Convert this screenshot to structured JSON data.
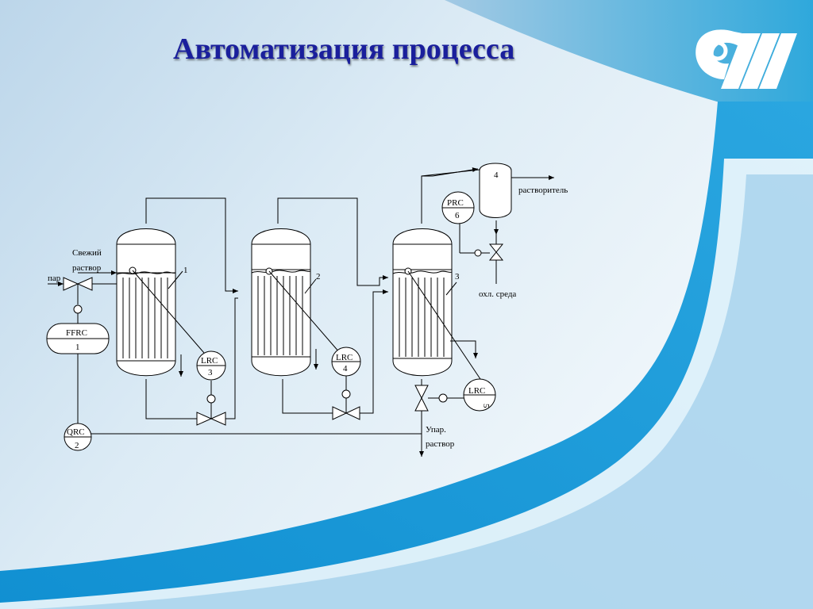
{
  "slide": {
    "title": "Автоматизация процесса",
    "logo": "university-logo"
  },
  "diagram": {
    "evaporators": [
      "1",
      "2",
      "3"
    ],
    "condenser": "4",
    "streams": {
      "fresh_solution": "Свежий раствор",
      "steam": "пар",
      "solvent": "растворитель",
      "coolant": "охл. среда",
      "product": "Упар. раствор"
    },
    "instruments": {
      "ffrc1": {
        "tag": "FFRC",
        "num": "1"
      },
      "qrc2": {
        "tag": "QRC",
        "num": "2"
      },
      "lrc3": {
        "tag": "LRC",
        "num": "3"
      },
      "lrc4": {
        "tag": "LRC",
        "num": "4"
      },
      "lrc5": {
        "tag": "LRC",
        "num": "5"
      },
      "prc6": {
        "tag": "PRC",
        "num": "6"
      }
    }
  },
  "colors": {
    "title": "#1a1f9c",
    "accent_blue": "#1a9ad6",
    "background_light": "#ffffff"
  }
}
